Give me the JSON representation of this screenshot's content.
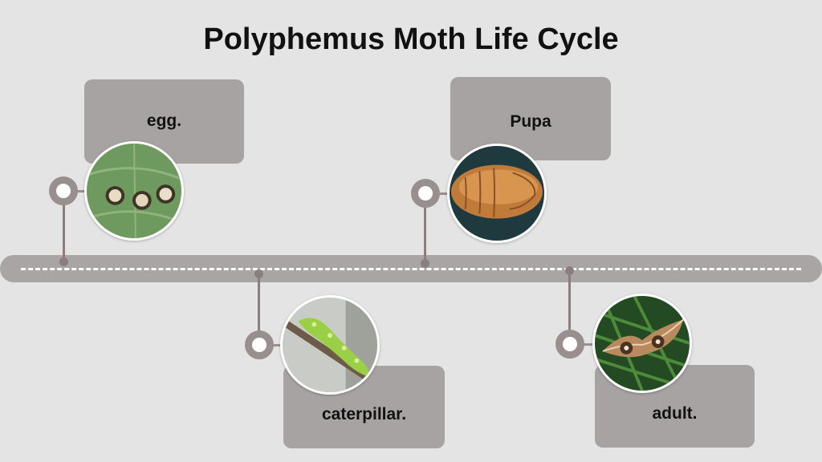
{
  "title": "Polyphemus Moth Life Cycle",
  "stages": [
    {
      "label": "egg.",
      "image": "eggs-on-leaf-icon"
    },
    {
      "label": "caterpillar.",
      "image": "green-caterpillar-icon"
    },
    {
      "label": "Pupa",
      "image": "brown-pupa-icon"
    },
    {
      "label": "adult.",
      "image": "moth-on-fern-icon"
    }
  ],
  "colors": {
    "background": "#e4e4e4",
    "track": "#a9a5a5",
    "label_box": "#a7a3a3",
    "connector": "#8a7e7e"
  }
}
